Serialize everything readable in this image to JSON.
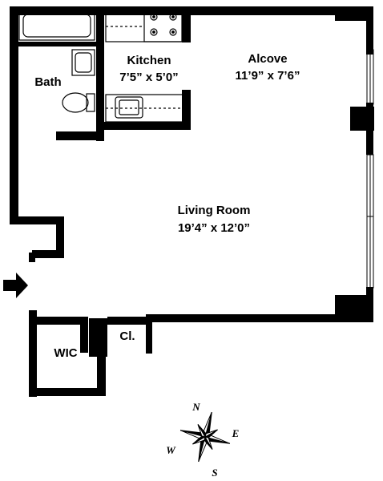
{
  "rooms": {
    "kitchen": {
      "name": "Kitchen",
      "dims": "7’5” x 5’0”"
    },
    "alcove": {
      "name": "Alcove",
      "dims": "11’9” x 7’6”"
    },
    "bath": {
      "name": "Bath"
    },
    "living": {
      "name": "Living Room",
      "dims": "19’4” x 12’0”"
    },
    "wic": {
      "name": "WIC"
    },
    "closet": {
      "name": "Cl."
    }
  },
  "compass": {
    "n": "N",
    "e": "E",
    "s": "S",
    "w": "W"
  },
  "icons": {
    "entry": "entry-arrow-icon",
    "compass": "compass-rose-icon",
    "stove": "stove-icon",
    "sink": "sink-icon",
    "toilet": "toilet-icon",
    "bathtub": "bathtub-icon"
  }
}
